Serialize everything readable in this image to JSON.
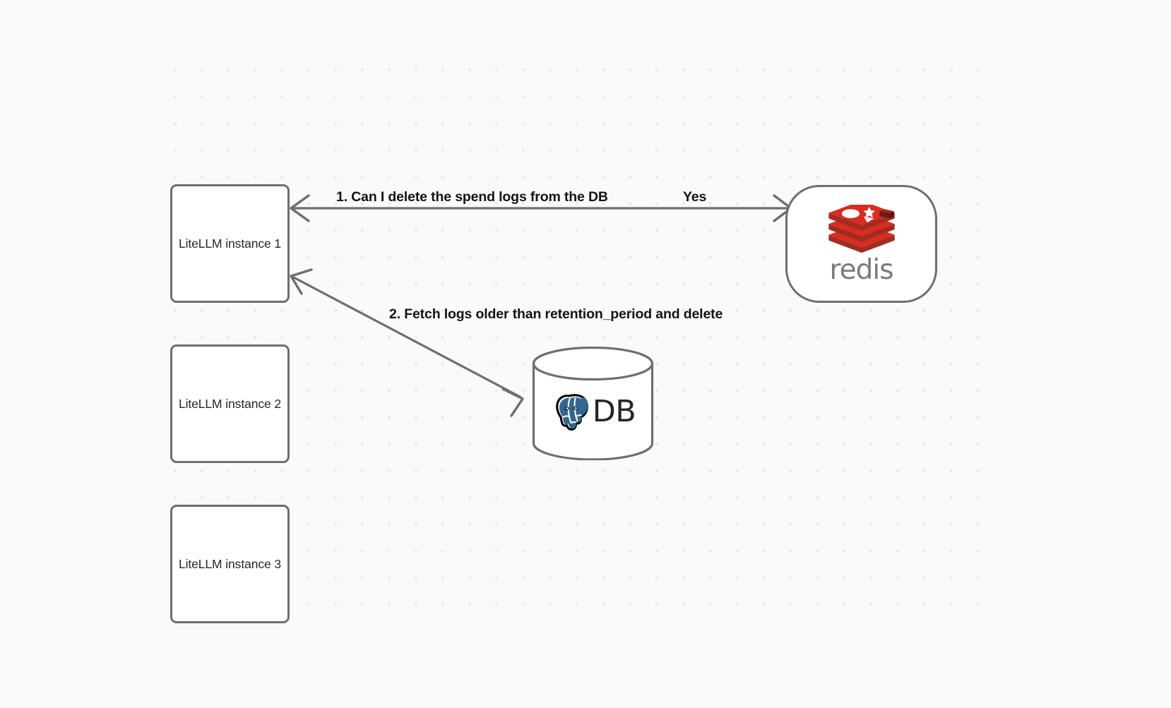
{
  "canvas": {
    "background_color": "#fafafa",
    "grid_dot_color": "#e9e9ea"
  },
  "nodes": [
    {
      "id": "litellm-1",
      "label": "LiteLLM instance 1",
      "shape": "rounded-rect",
      "border_color": "#6e6e6e",
      "fill": "#ffffff"
    },
    {
      "id": "litellm-2",
      "label": "LiteLLM instance 2",
      "shape": "rounded-rect",
      "border_color": "#6e6e6e",
      "fill": "#ffffff"
    },
    {
      "id": "litellm-3",
      "label": "LiteLLM instance 3",
      "shape": "rounded-rect",
      "border_color": "#6e6e6e",
      "fill": "#ffffff"
    },
    {
      "id": "redis",
      "label": "redis",
      "shape": "stadium",
      "icon": "redis-logo-icon",
      "border_color": "#6e6e6e",
      "fill": "#ffffff",
      "brand_color": "#d82c20"
    },
    {
      "id": "db",
      "label": "DB",
      "shape": "cylinder",
      "icon": "postgresql-elephant-icon",
      "border_color": "#6e6e6e",
      "fill": "#ffffff",
      "brand_color": "#336791"
    }
  ],
  "edges": [
    {
      "id": "edge-redis-to-litellm1",
      "from": "redis",
      "to": "litellm-1",
      "label": "1.  Can I delete the spend logs from the DB",
      "secondary_label": "Yes",
      "style": "solid",
      "color": "#6e6e6e",
      "arrow_both_ends": true
    },
    {
      "id": "edge-litellm1-to-db",
      "from": "litellm-1",
      "to": "db",
      "label": "2.  Fetch logs older than retention_period and delete",
      "style": "solid",
      "color": "#6e6e6e",
      "arrow_both_ends": true
    }
  ],
  "labels": {
    "step1": "1.  Can I delete the spend logs from the DB",
    "yes": "Yes",
    "step2": "2.  Fetch logs older than retention_period and delete",
    "redis_wordmark": "redis",
    "db_text": "DB"
  }
}
